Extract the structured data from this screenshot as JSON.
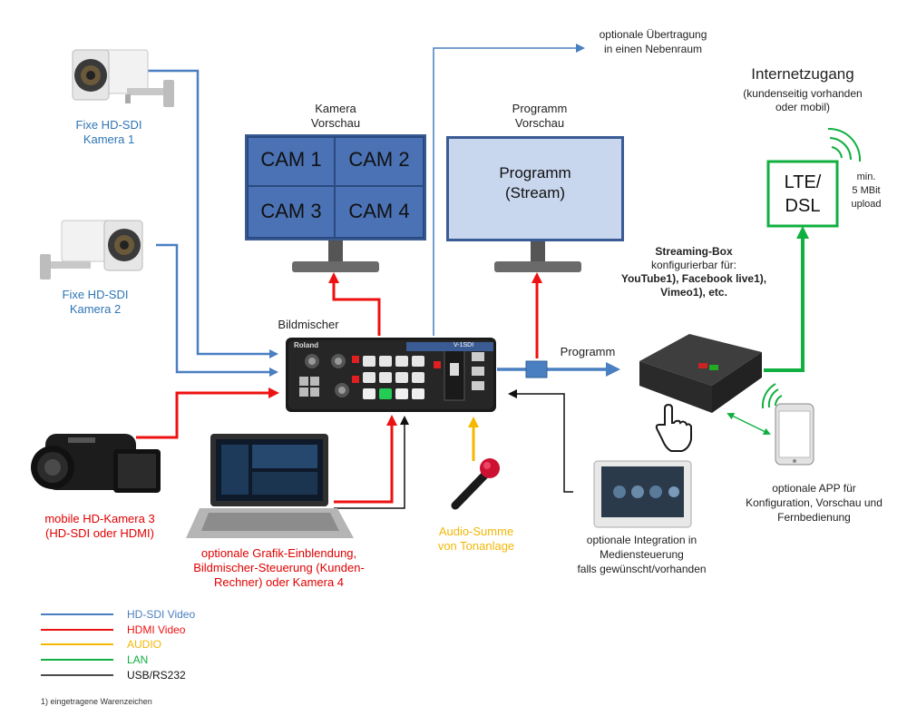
{
  "colors": {
    "hdsdi": "#4a7fc1",
    "hdmi": "#ee1111",
    "audio": "#f5b800",
    "lan": "#10b040",
    "usb": "#111111"
  },
  "cameras": {
    "fixed1": "Fixe HD-SDI\nKamera 1",
    "fixed2": "Fixe HD-SDI\nKamera 2",
    "mobile": "mobile HD-Kamera 3\n(HD-SDI oder HDMI)"
  },
  "laptop_label": "optionale Grafik-Einblendung,\nBildmischer-Steuerung (Kunden-\nRechner) oder Kamera 4",
  "audio_label": "Audio-Summe\nvon Tonanlage",
  "mixer": {
    "label": "Bildmischer",
    "brand": "Roland",
    "model": "V-1SDI"
  },
  "camera_preview": {
    "title": "Kamera\nVorschau",
    "cells": [
      "CAM 1",
      "CAM 2",
      "CAM 3",
      "CAM 4"
    ]
  },
  "program_preview": {
    "title": "Programm\nVorschau",
    "screen_text": "Programm\n(Stream)"
  },
  "optional_transfer": "optionale Übertragung\nin einen Nebenraum",
  "program_label": "Programm",
  "streaming_box": {
    "line1": "Streaming-Box",
    "line2": "konfigurierbar für:",
    "line3": "YouTube1), Facebook live1),",
    "line4": "Vimeo1), etc."
  },
  "internet": {
    "title": "Internetzugang",
    "subtitle": "(kundenseitig vorhanden\noder mobil)",
    "box_text": "LTE/\nDSL",
    "speed": "min.\n5 MBit\nupload"
  },
  "app_label": "optionale APP für\nKonfiguration, Vorschau und\nFernbedienung",
  "media_control_label": "optionale Integration in\nMediensteuerung\nfalls gewünscht/vorhanden",
  "legend": [
    {
      "label": "HD-SDI Video",
      "color": "#4a7fc1"
    },
    {
      "label": "HDMI Video",
      "color": "#ee1111"
    },
    {
      "label": "AUDIO",
      "color": "#f5b800"
    },
    {
      "label": "LAN",
      "color": "#10b040"
    },
    {
      "label": "USB/RS232",
      "color": "#111111"
    }
  ],
  "footnote": "1) eingetragene Warenzeichen"
}
